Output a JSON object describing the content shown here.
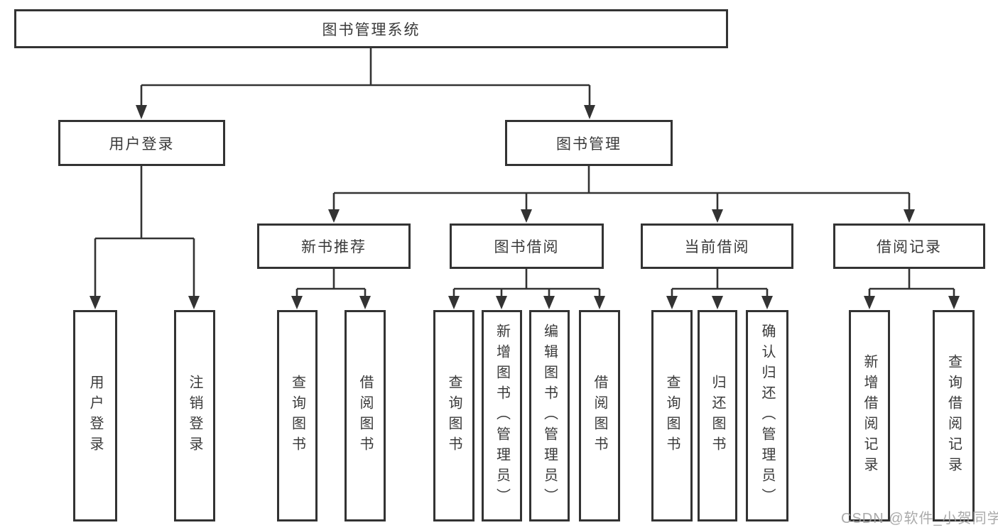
{
  "title": "图书管理系统",
  "watermark": "CSDN @软件_小贺同学",
  "colors": {
    "line": "#333333",
    "text": "#3a3a3a",
    "background": "#ffffff",
    "watermark": "#9e9e9e"
  },
  "tree": {
    "root": {
      "label": "图书管理系统"
    },
    "level2": [
      {
        "label": "用户登录"
      },
      {
        "label": "图书管理"
      }
    ],
    "level3": [
      {
        "label": "新书推荐",
        "parent": "图书管理"
      },
      {
        "label": "图书借阅",
        "parent": "图书管理"
      },
      {
        "label": "当前借阅",
        "parent": "图书管理"
      },
      {
        "label": "借阅记录",
        "parent": "图书管理"
      }
    ],
    "leaves": [
      {
        "label": "用户登录",
        "parent": "用户登录"
      },
      {
        "label": "注销登录",
        "parent": "用户登录"
      },
      {
        "label": "查询图书",
        "parent": "新书推荐"
      },
      {
        "label": "借阅图书",
        "parent": "新书推荐"
      },
      {
        "label": "查询图书",
        "parent": "图书借阅"
      },
      {
        "label": "新增图书（管理员）",
        "parent": "图书借阅"
      },
      {
        "label": "编辑图书（管理员）",
        "parent": "图书借阅"
      },
      {
        "label": "借阅图书",
        "parent": "图书借阅"
      },
      {
        "label": "查询图书",
        "parent": "当前借阅"
      },
      {
        "label": "归还图书",
        "parent": "当前借阅"
      },
      {
        "label": "确认归还（管理员）",
        "parent": "当前借阅"
      },
      {
        "label": "新增借阅记录",
        "parent": "借阅记录"
      },
      {
        "label": "查询借阅记录",
        "parent": "借阅记录"
      }
    ]
  }
}
